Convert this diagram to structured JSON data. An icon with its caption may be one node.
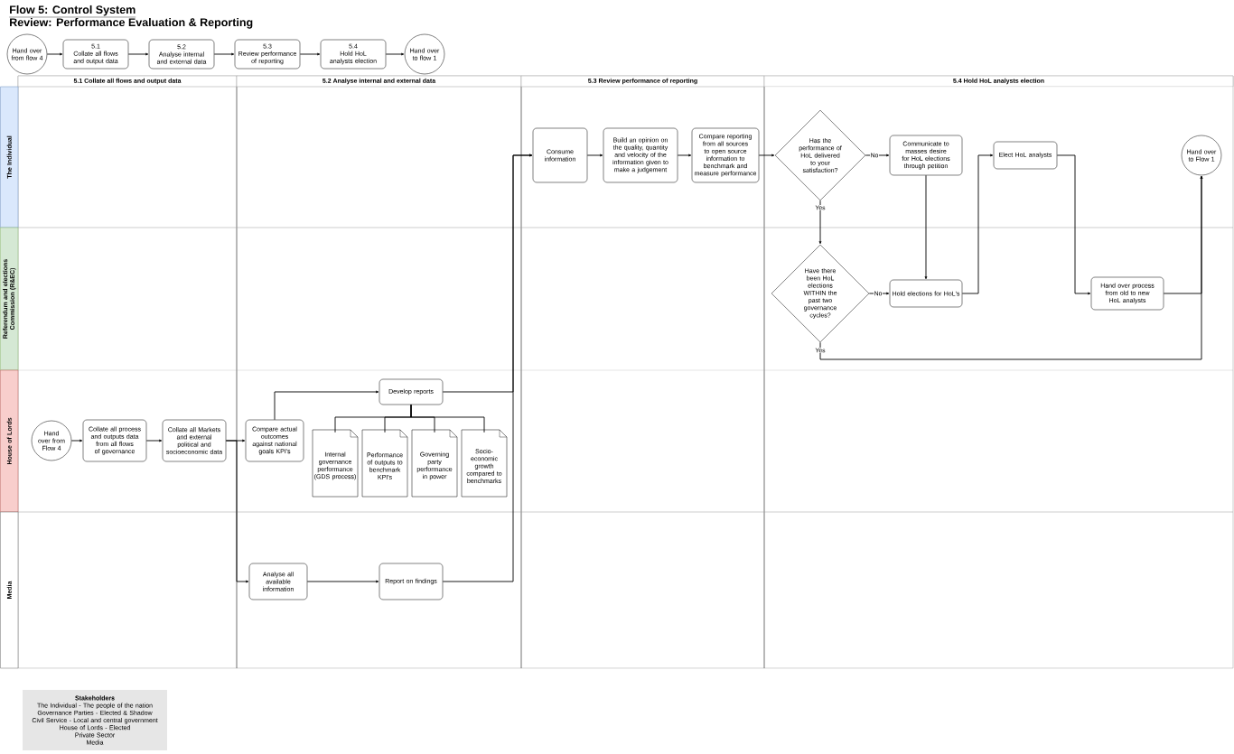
{
  "diagram": {
    "title": "Flow 5: Control System",
    "nodes": [
      {
        "text": [
          "Hand over from flow 4"
        ]
      },
      {
        "text": [
          "5.1",
          "Collate all flows and output data"
        ]
      },
      {
        "text": [
          "5.2",
          "Analyse internal and external data"
        ]
      },
      {
        "text": [
          "5.3",
          "Review performance of reporting"
        ]
      },
      {
        "text": [
          "5.4",
          "Hold HoL analysts election"
        ]
      },
      {
        "text": [
          "Hand over to flow 1"
        ]
      },
      {
        "text": [
          "5.1 Collate all flows and output data"
        ]
      },
      {
        "text": [
          "5.2 Analyse internal and external data"
        ]
      },
      {
        "text": [
          "5.3 Review performance of reporting"
        ]
      },
      {
        "text": [
          "5.4 Hold HoL analysts election"
        ]
      },
      {
        "text": [
          "The Individual"
        ]
      },
      {
        "text": [
          "Referendum and elections Commission (R&EC)"
        ]
      },
      {
        "text": [
          "House of Lords"
        ]
      },
      {
        "text": [
          "Media"
        ]
      },
      {
        "text": [
          "Consume information"
        ]
      },
      {
        "text": [
          "Build an opinion on the quality, quantity and velocity of the information given to make a judgement"
        ]
      },
      {
        "text": [
          "Compare reporting from all sources to open source information to benchmark and measure performance"
        ]
      },
      {
        "text": [
          "Has the performance of HoL delivered to your satisfaction?"
        ]
      },
      {
        "text": [
          "Communicate to masses desire for HoL elections through petition"
        ]
      },
      {
        "text": [
          "Elect HoL analysts"
        ]
      },
      {
        "text": [
          "Hand over to Flow 1"
        ]
      },
      {
        "text": [
          "Have there been HoL elections WITHIN the past two governance cycles?"
        ]
      },
      {
        "text": [
          "Hold elections for HoL's"
        ]
      },
      {
        "text": [
          "Hand over process from old to new HoL analysts"
        ]
      },
      {
        "text": [
          "Hand over from Flow 4"
        ]
      },
      {
        "text": [
          "Collate all process and outputs data from all flows of governance"
        ]
      },
      {
        "text": [
          "Collate all Markets and external political and socioeconomic data"
        ]
      },
      {
        "text": [
          "Compare actual outcomes against national goals KPI's"
        ]
      },
      {
        "text": [
          "Develop reports"
        ]
      },
      {
        "text": [
          "Internal governance performance (GDS process)"
        ]
      },
      {
        "text": [
          "Performance of outputs to benchmark KPI's"
        ]
      },
      {
        "text": [
          "Governing party performance in power"
        ]
      },
      {
        "text": [
          "Socio-economic growth compared to benchmarks"
        ]
      },
      {
        "text": [
          "Analyse all available information"
        ]
      },
      {
        "text": [
          "Report on findings"
        ]
      },
      {
        "text": [
          "Stakeholders",
          "The Individual - The people of the nation",
          "Governance Parties - Elected & Shadow",
          "Civil Service - Local and central government",
          "House of Lords - Elected",
          "Private Sector",
          "Media"
        ]
      }
    ],
    "edges": [
      {
        "from": 0,
        "to": 1,
        "arrow": "to"
      },
      {
        "from": 1,
        "to": 2,
        "arrow": "to"
      },
      {
        "from": 2,
        "to": 3,
        "arrow": "to"
      },
      {
        "from": 3,
        "to": 4,
        "arrow": "to"
      },
      {
        "from": 4,
        "to": 5,
        "arrow": "to"
      },
      {
        "from": 24,
        "to": 25,
        "arrow": "to"
      },
      {
        "from": 25,
        "to": 26,
        "arrow": "to"
      },
      {
        "from": 26,
        "to": 27,
        "arrow": "to"
      },
      {
        "from": 26,
        "to": 33,
        "arrow": "to"
      },
      {
        "from": 27,
        "to": 28,
        "arrow": "to"
      },
      {
        "from": 28,
        "to": 29,
        "arrow": "none"
      },
      {
        "from": 28,
        "to": 30,
        "arrow": "none"
      },
      {
        "from": 28,
        "to": 31,
        "arrow": "none"
      },
      {
        "from": 28,
        "to": 32,
        "arrow": "none"
      },
      {
        "from": 28,
        "to": 14,
        "arrow": "to"
      },
      {
        "from": 33,
        "to": 34,
        "arrow": "to"
      },
      {
        "from": 34,
        "to": 14,
        "arrow": "to"
      },
      {
        "from": 14,
        "to": 15,
        "arrow": "to"
      },
      {
        "from": 15,
        "to": 16,
        "arrow": "to"
      },
      {
        "from": 16,
        "to": 17,
        "arrow": "to"
      },
      {
        "from": 17,
        "to": 18,
        "arrow": "to",
        "label": "No"
      },
      {
        "from": 17,
        "to": 21,
        "arrow": "to",
        "label": "Yes"
      },
      {
        "from": 18,
        "to": 22,
        "arrow": "to"
      },
      {
        "from": 21,
        "to": 22,
        "arrow": "to",
        "label": "No"
      },
      {
        "from": 22,
        "to": 19,
        "arrow": "to"
      },
      {
        "from": 19,
        "to": 23,
        "arrow": "to"
      },
      {
        "from": 23,
        "to": 20,
        "arrow": "to"
      },
      {
        "from": 21,
        "to": 20,
        "arrow": "to",
        "label": "Yes"
      }
    ],
    "labels": [
      "Review: Performance Evaluation & Reporting"
    ]
  }
}
